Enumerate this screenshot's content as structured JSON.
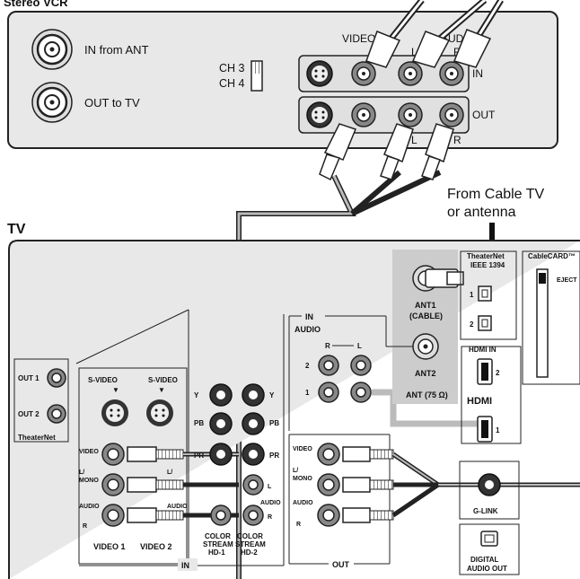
{
  "vcr": {
    "title": "Stereo VCR",
    "in_from_ant": "IN from ANT",
    "out_to_tv": "OUT to TV",
    "ch3": "CH 3",
    "ch4": "CH 4",
    "video": "VIDEO",
    "audio": "AUDIO",
    "l": "L",
    "r": "R",
    "in": "IN",
    "out": "OUT"
  },
  "cable_label": {
    "line1": "From Cable TV",
    "line2": "or antenna"
  },
  "tv": {
    "title": "TV",
    "theaternet_out1": "OUT 1",
    "theaternet_out2": "OUT 2",
    "theaternet": "TheaterNet",
    "svideo_1": "S-VIDEO",
    "svideo_2": "S-VIDEO",
    "video_short": "VIDEO",
    "l_mono": "L/",
    "mono": "MONO",
    "audio": "AUDIO",
    "r": "R",
    "video1": "VIDEO 1",
    "video2": "VIDEO 2",
    "in": "IN",
    "y": "Y",
    "pb": "PB",
    "pr": "PR",
    "l": "L",
    "color_stream": "COLOR",
    "stream": "STREAM",
    "hd1": "HD-1",
    "hd2": "HD-2",
    "in_audio_in": "IN",
    "in_audio": "AUDIO",
    "r_label": "R",
    "l_label": "L",
    "num2": "2",
    "num1": "1",
    "out": "OUT",
    "ant1": "ANT1",
    "cable": "(CABLE)",
    "ant2": "ANT2",
    "ant75": "ANT (75 Ω)",
    "theaternet_top": "TheaterNet",
    "ieee": "IEEE 1394",
    "port1": "1",
    "port2": "2",
    "hdmi_in": "HDMI IN",
    "hdmi_logo": "HDMI",
    "cablecard": "CableCARD™",
    "eject": "EJECT",
    "glink": "G-LINK",
    "digital": "DIGITAL",
    "audio_out": "AUDIO OUT"
  }
}
